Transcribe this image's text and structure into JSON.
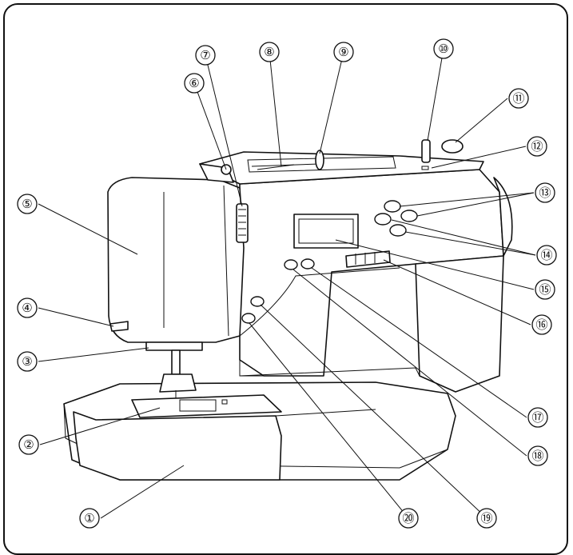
{
  "diagram": {
    "subject": "sewing-machine",
    "callouts": [
      {
        "id": 1,
        "label": "①"
      },
      {
        "id": 2,
        "label": "②"
      },
      {
        "id": 3,
        "label": "③"
      },
      {
        "id": 4,
        "label": "④"
      },
      {
        "id": 5,
        "label": "⑤"
      },
      {
        "id": 6,
        "label": "⑥"
      },
      {
        "id": 7,
        "label": "⑦"
      },
      {
        "id": 8,
        "label": "⑧"
      },
      {
        "id": 9,
        "label": "⑨"
      },
      {
        "id": 10,
        "label": "⑩"
      },
      {
        "id": 11,
        "label": "⑪"
      },
      {
        "id": 12,
        "label": "⑫"
      },
      {
        "id": 13,
        "label": "⑬"
      },
      {
        "id": 14,
        "label": "⑭"
      },
      {
        "id": 15,
        "label": "⑮"
      },
      {
        "id": 16,
        "label": "⑯"
      },
      {
        "id": 17,
        "label": "⑰"
      },
      {
        "id": 18,
        "label": "⑱"
      },
      {
        "id": 19,
        "label": "⑲"
      },
      {
        "id": 20,
        "label": "⑳"
      }
    ]
  }
}
